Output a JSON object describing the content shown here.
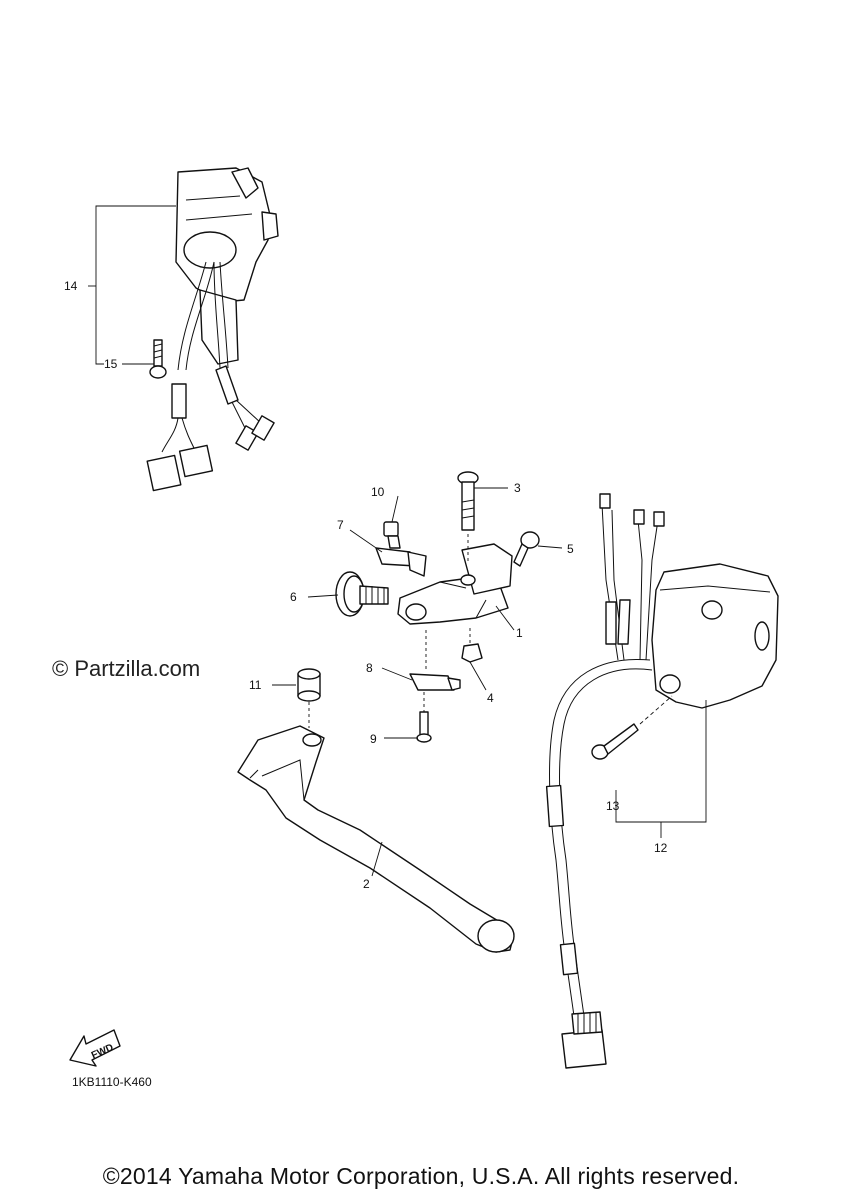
{
  "watermark": "© Partzilla.com",
  "diagram_code": "1KB1110-K460",
  "copyright": "©2014 Yamaha Motor Corporation, U.S.A. All rights reserved.",
  "fwd_label": "FWD",
  "callouts": {
    "c1": "1",
    "c2": "2",
    "c3": "3",
    "c4": "4",
    "c5": "5",
    "c6": "6",
    "c7": "7",
    "c8": "8",
    "c9": "9",
    "c10": "10",
    "c11": "11",
    "c12": "12",
    "c13": "13",
    "c14": "14",
    "c15": "15"
  }
}
